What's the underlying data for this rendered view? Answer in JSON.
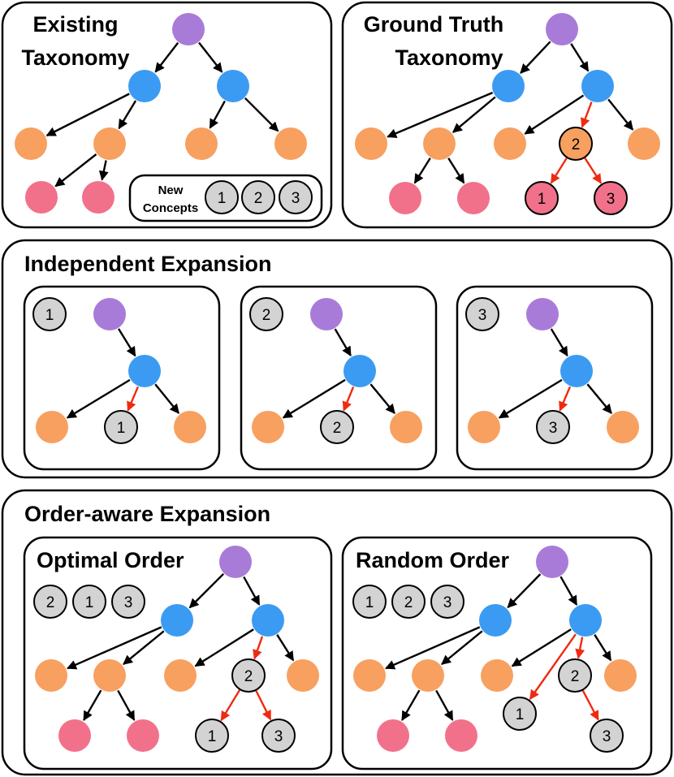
{
  "colors": {
    "root": "#a97bd9",
    "internal": "#3b9bf2",
    "leaf": "#f7a060",
    "pink": "#f2718a",
    "new_concept": "#d3d3d3",
    "new_edge": "#ee2b12"
  },
  "panels": {
    "existing": {
      "title_line1": "Existing",
      "title_line2": "Taxonomy",
      "legend_label_line1": "New",
      "legend_label_line2": "Concepts"
    },
    "ground_truth": {
      "title_line1": "Ground Truth",
      "title_line2": "Taxonomy"
    },
    "independent": {
      "title": "Independent Expansion"
    },
    "order_aware": {
      "title": "Order-aware Expansion"
    },
    "optimal": {
      "title": "Optimal Order"
    },
    "random": {
      "title": "Random Order"
    }
  },
  "concepts": {
    "c1": "1",
    "c2": "2",
    "c3": "3"
  }
}
